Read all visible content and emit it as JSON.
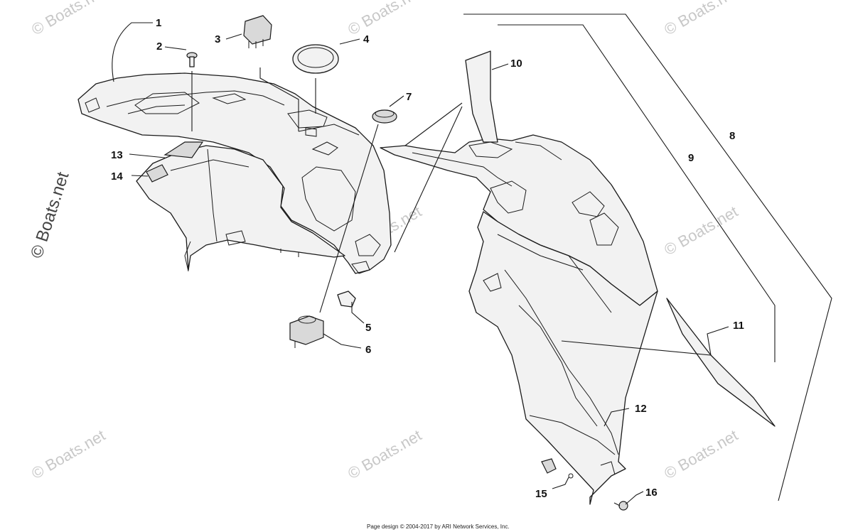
{
  "callouts": [
    "1",
    "2",
    "3",
    "4",
    "5",
    "6",
    "7",
    "8",
    "9",
    "10",
    "11",
    "12",
    "13",
    "14",
    "15",
    "16"
  ],
  "watermark": "© Boats.net",
  "side_watermark": "© Boats.net",
  "credit": "Page design © 2004-2017 by ARI Network Services, Inc.",
  "colors": {
    "line": "#1a1a1a",
    "fill": "#f2f2f2",
    "watermark": "#c8c8c8"
  }
}
